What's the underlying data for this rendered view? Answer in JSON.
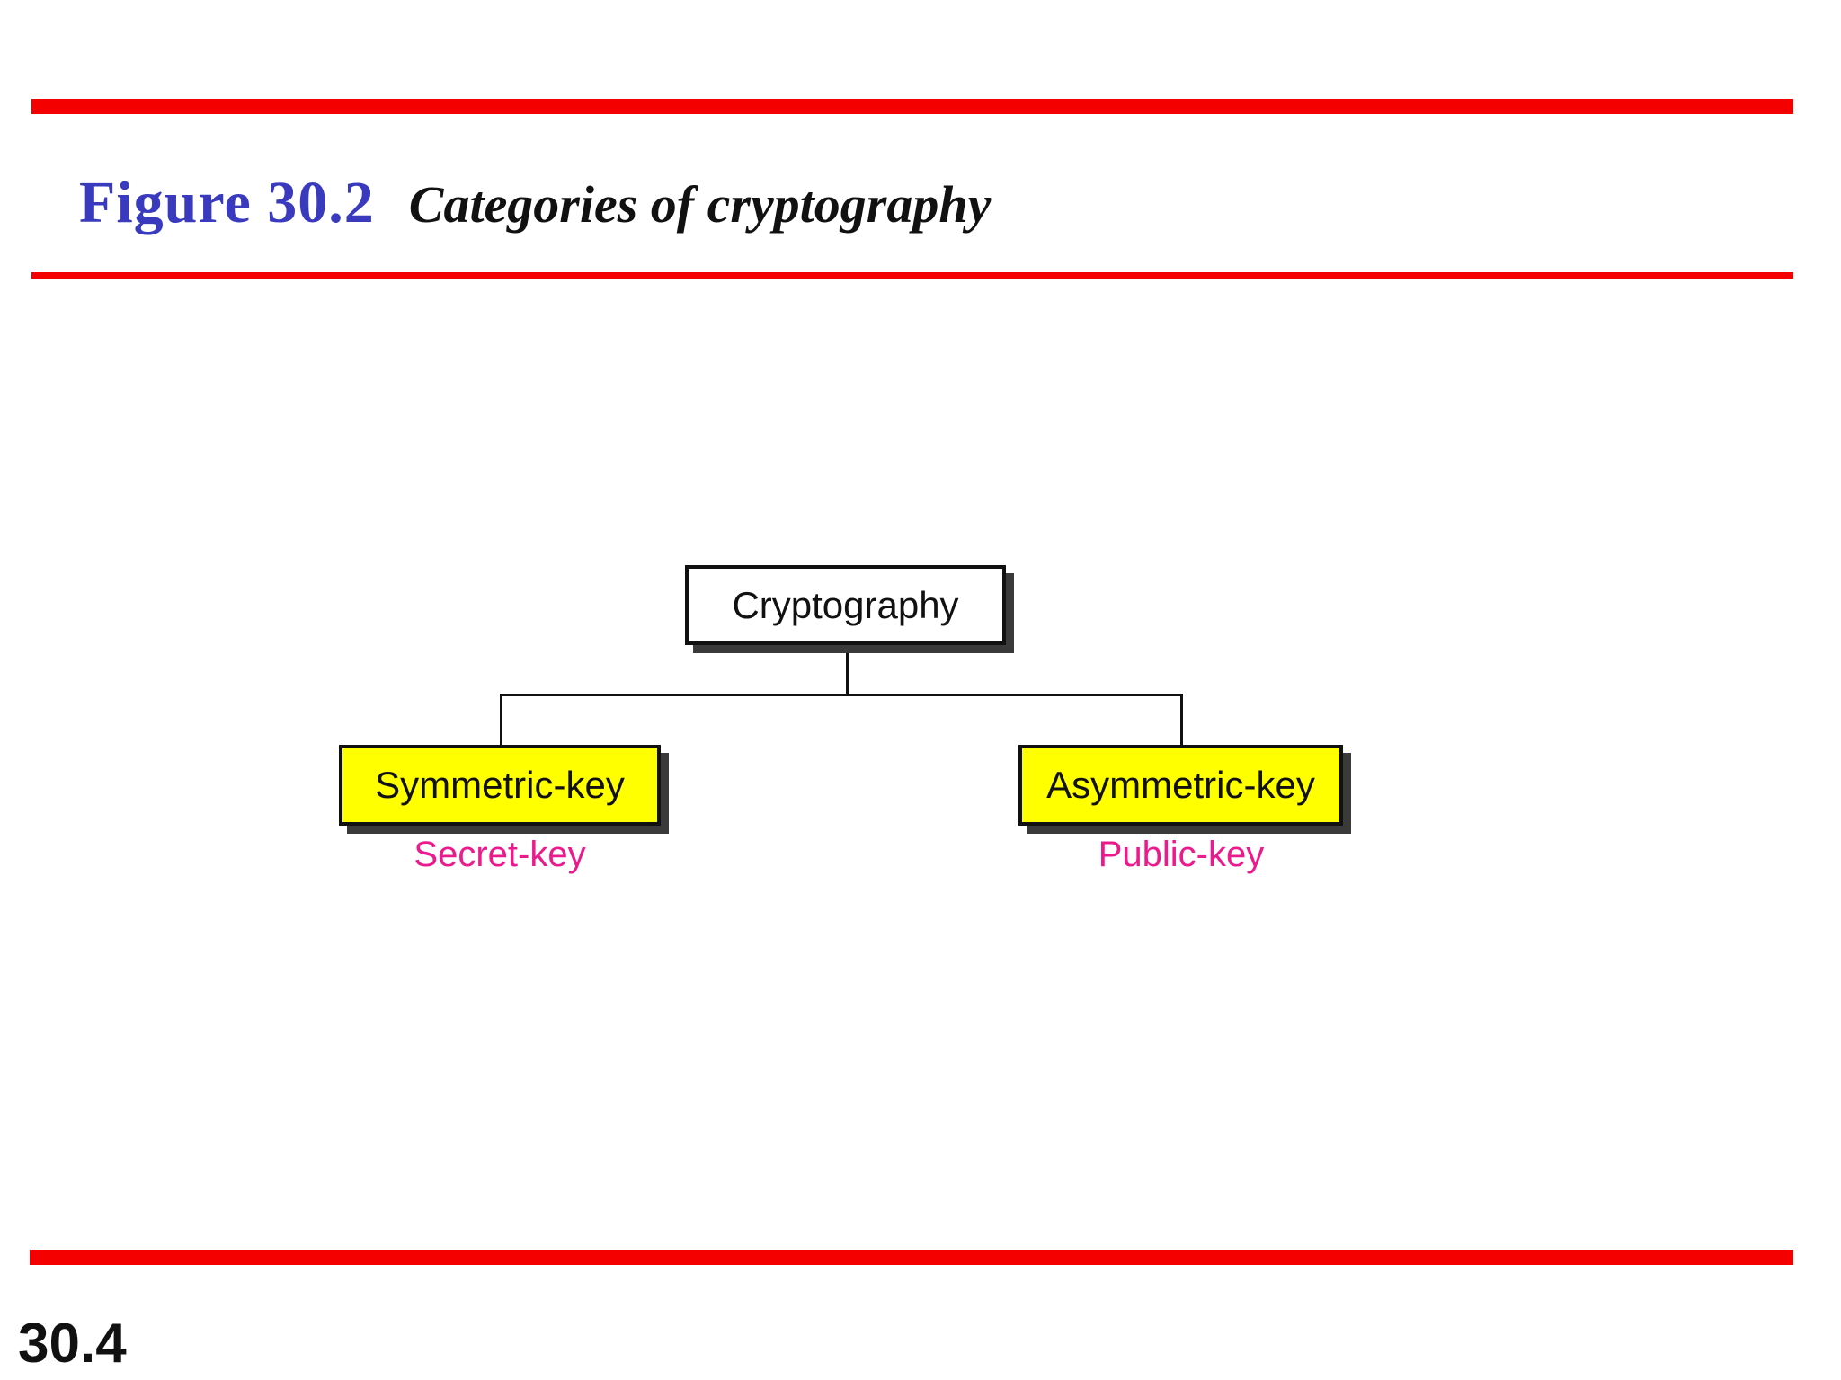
{
  "header": {
    "figure_label": "Figure 30.2",
    "figure_title": "Categories of cryptography"
  },
  "diagram": {
    "root": {
      "label": "Cryptography"
    },
    "children": [
      {
        "label": "Symmetric-key",
        "sublabel": "Secret-key"
      },
      {
        "label": "Asymmetric-key",
        "sublabel": "Public-key"
      }
    ]
  },
  "footer": {
    "page_number": "30.4"
  },
  "colors": {
    "accent-red": "#F50000",
    "title-blue": "#3A3ABE",
    "node-yellow": "#FFFF00",
    "sublabel-pink": "#EB1A8D",
    "shadow-gray": "#3A3A3A",
    "line-black": "#111111"
  }
}
